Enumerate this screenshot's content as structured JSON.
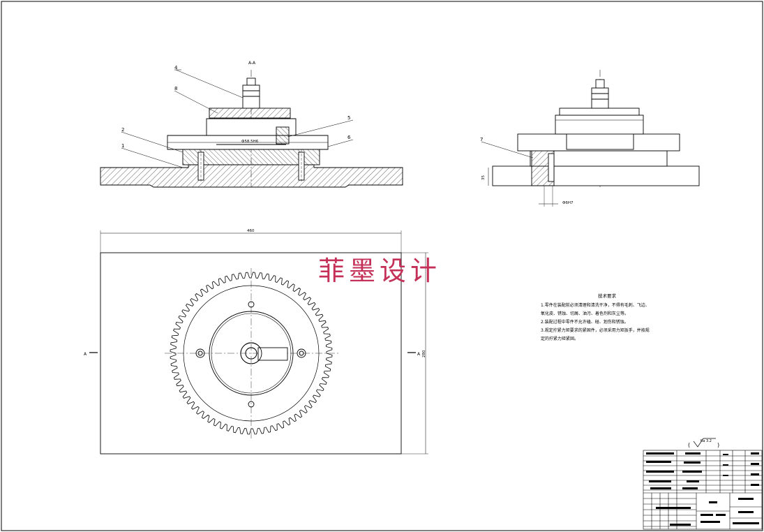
{
  "drawing": {
    "section_label": "A-A",
    "part_numbers": [
      "4",
      "8",
      "2",
      "1",
      "5",
      "6",
      "7"
    ],
    "dimensions": {
      "bore_dia": "Φ58.5H6",
      "overall_width": "460",
      "overall_height": "280",
      "side_height": "35",
      "pin_dia": "Φ6H7"
    },
    "section_marks": [
      "A",
      "A"
    ],
    "gear_teeth": 72
  },
  "watermark": "菲墨设计",
  "tech_requirements": {
    "title": "技术要求",
    "lines": [
      "1.零件在装配前必须清理和清洗干净，不得有毛刺、飞边、",
      "氧化皮、锈蚀、切屑、油污、着色剂和灰尘等。",
      "2.装配过程中零件不允许磕、碰、划伤和锈蚀。",
      "3.规定拧紧力矩要求的紧固件，必须采用力矩扳手，并按规",
      "定的拧紧力矩紧固。"
    ]
  },
  "roughness": {
    "symbol": "√",
    "value": "Ra 3.2"
  },
  "colors": {
    "line": "#000000",
    "watermark": "#c43058"
  }
}
